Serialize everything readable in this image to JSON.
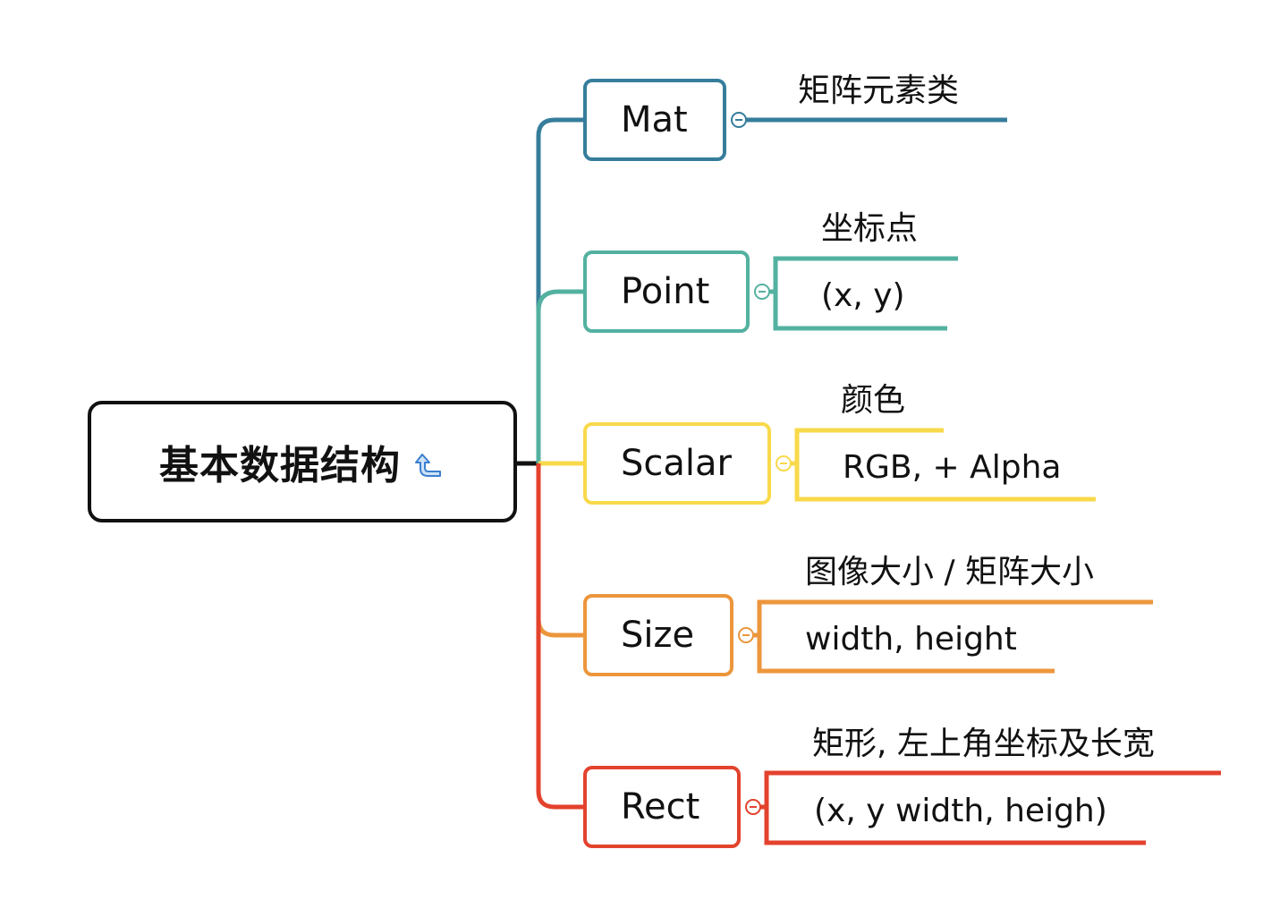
{
  "root": {
    "title": "基本数据结构",
    "color": "#111111",
    "icon": "refresh-arrow-icon"
  },
  "branches": [
    {
      "key": "mat",
      "label": "Mat",
      "color": "#367d9b",
      "desc": "矩阵元素类",
      "detail": ""
    },
    {
      "key": "point",
      "label": "Point",
      "color": "#53b1a0",
      "desc": "坐标点",
      "detail": "(x, y)"
    },
    {
      "key": "scalar",
      "label": "Scalar",
      "color": "#f8d94a",
      "desc": "颜色",
      "detail": "RGB, + Alpha"
    },
    {
      "key": "size",
      "label": "Size",
      "color": "#ec963c",
      "desc": "图像大小 / 矩阵大小",
      "detail": "width, height"
    },
    {
      "key": "rect",
      "label": "Rect",
      "color": "#e3422d",
      "desc": "矩形, 左上角坐标及长宽",
      "detail": "(x, y width, heigh)"
    }
  ]
}
